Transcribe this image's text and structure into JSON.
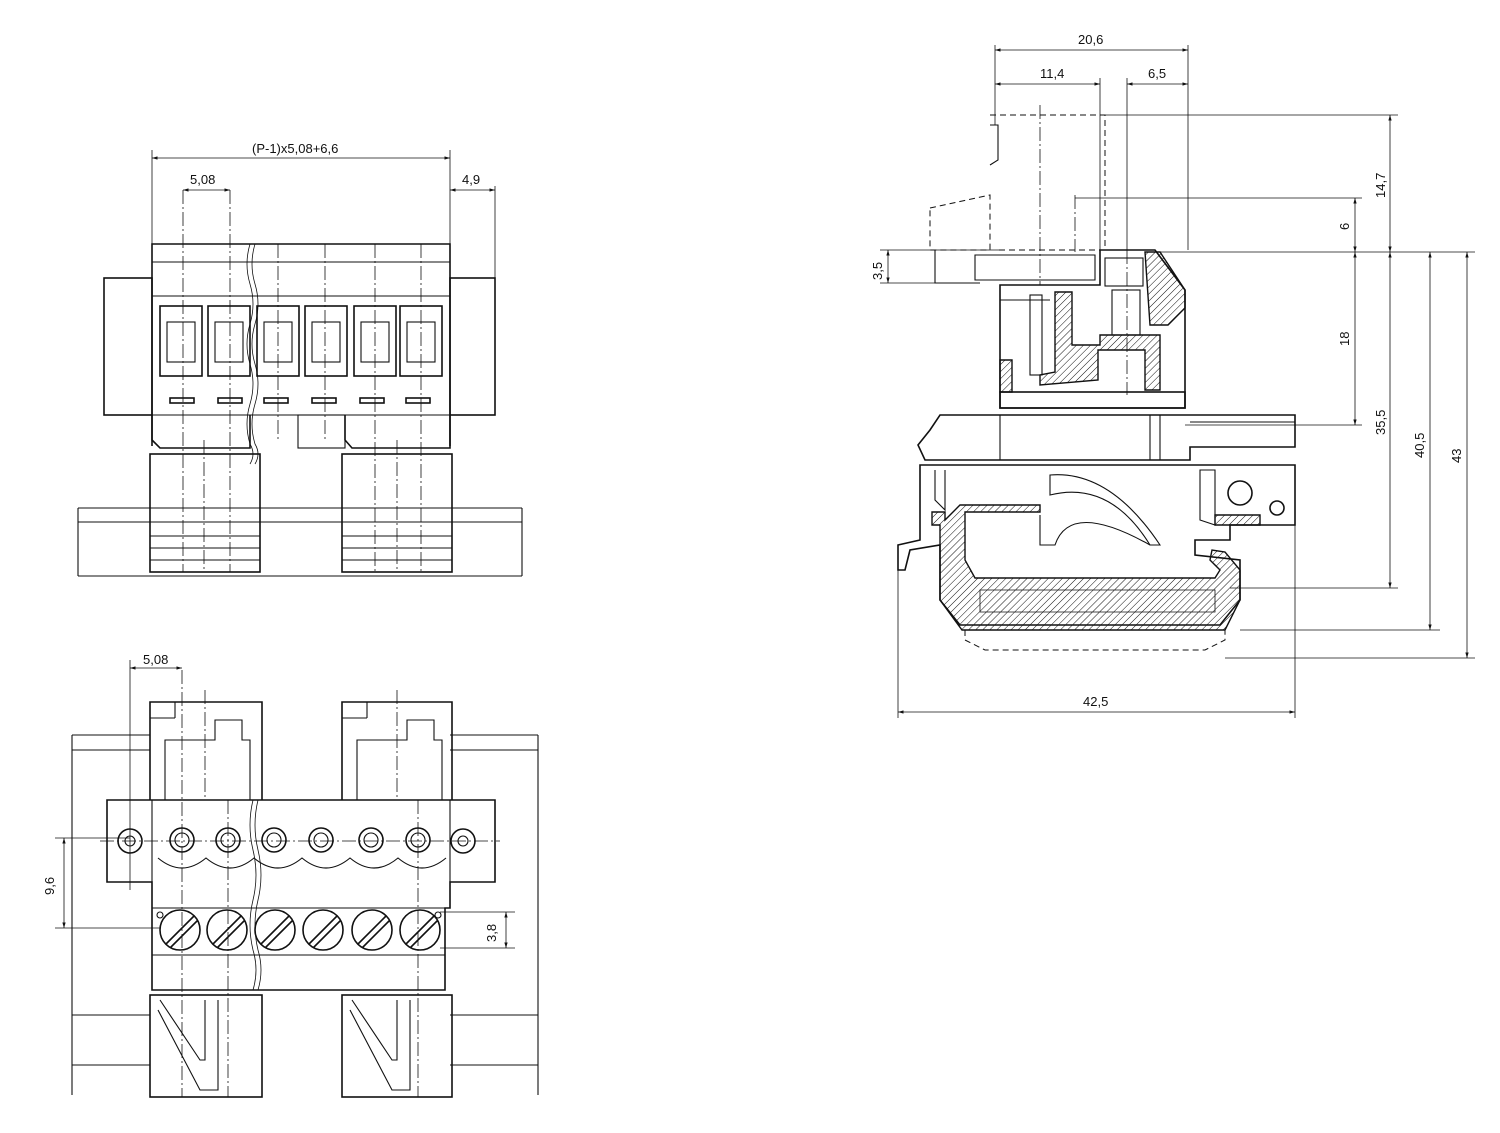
{
  "drawing": {
    "views": {
      "front": {
        "dims": {
          "total_width": "(P-1)x5,08+6,6",
          "pitch": "5,08",
          "edge": "4,9"
        }
      },
      "top": {
        "dims": {
          "pitch": "5,08",
          "row_offset": "9,6",
          "screw_row": "3,8"
        }
      },
      "side": {
        "dims": {
          "depth_total": "20,6",
          "depth_a": "11,4",
          "depth_b": "6,5",
          "height_top": "14,7",
          "height_mid": "6",
          "height_low": "3,5",
          "height_body": "18",
          "height_a": "35,5",
          "height_b": "40,5",
          "height_total": "43",
          "rail_width": "42,5"
        }
      }
    }
  }
}
